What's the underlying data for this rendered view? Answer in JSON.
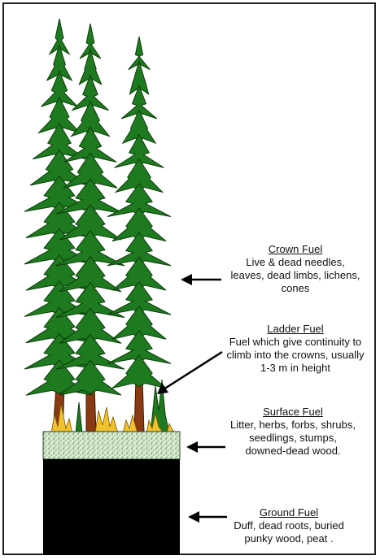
{
  "colors": {
    "foliage": "#1e7a1e",
    "foliage_edge": "#0d3d0d",
    "trunk": "#8a3a12",
    "flame": "#f2c12e",
    "litter": "#d8ead0",
    "ground": "#000000"
  },
  "labels": [
    {
      "id": "crown",
      "title": "Crown Fuel",
      "desc": "Live & dead needles,\nleaves, dead limbs, lichens,\ncones"
    },
    {
      "id": "ladder",
      "title": "Ladder Fuel",
      "desc": "Fuel which give continuity to\nclimb into the crowns, usually\n1-3 m in height"
    },
    {
      "id": "surface",
      "title": "Surface Fuel",
      "desc": "Litter, herbs, forbs, shrubs,\nseedlings, stumps,\ndowned-dead wood."
    },
    {
      "id": "ground",
      "title": "Ground Fuel",
      "desc": "Duff, dead roots, buried\npunky wood, peat ."
    }
  ]
}
